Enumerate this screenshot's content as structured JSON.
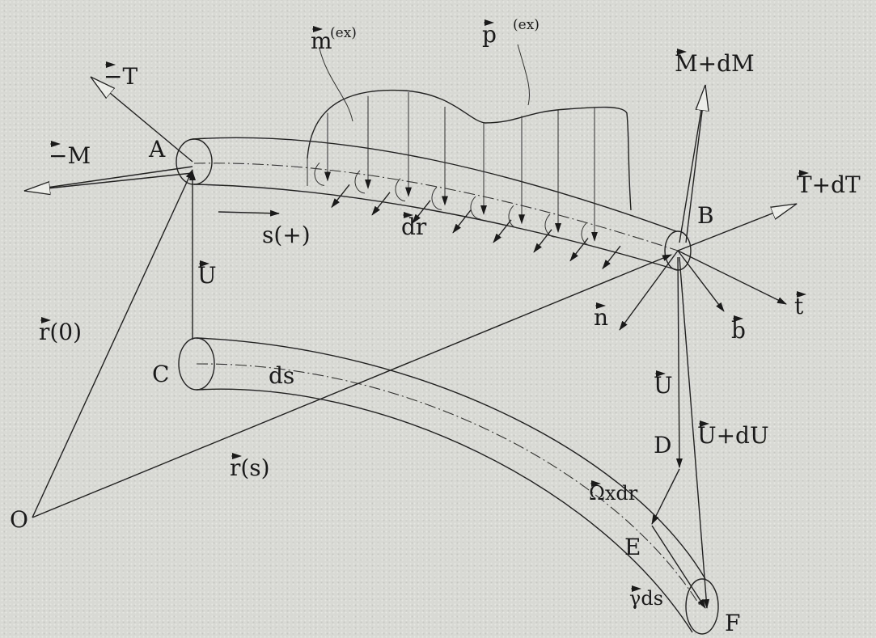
{
  "labels": {
    "A": "A",
    "B": "B",
    "C": "C",
    "D": "D",
    "E": "E",
    "F": "F",
    "O": "O",
    "minus_T": "−T",
    "minus_M": "−M",
    "m_ex": "m",
    "m_ex_sup": "(ex)",
    "p_ex": "p",
    "p_ex_sup": "(ex)",
    "M_plus_dM": "M+dM",
    "T_plus_dT": "T+dT",
    "s_plus": "s(+)",
    "dr": "dr",
    "U_left": "U",
    "U_right": "U",
    "U_plus_dU": "U+dU",
    "r0": "r(0)",
    "rs": "r(s)",
    "ds": "ds",
    "n": "n",
    "b": "b",
    "t": "t",
    "omega_x_dr": "Ωxdr",
    "gamma_ds": "γds"
  }
}
